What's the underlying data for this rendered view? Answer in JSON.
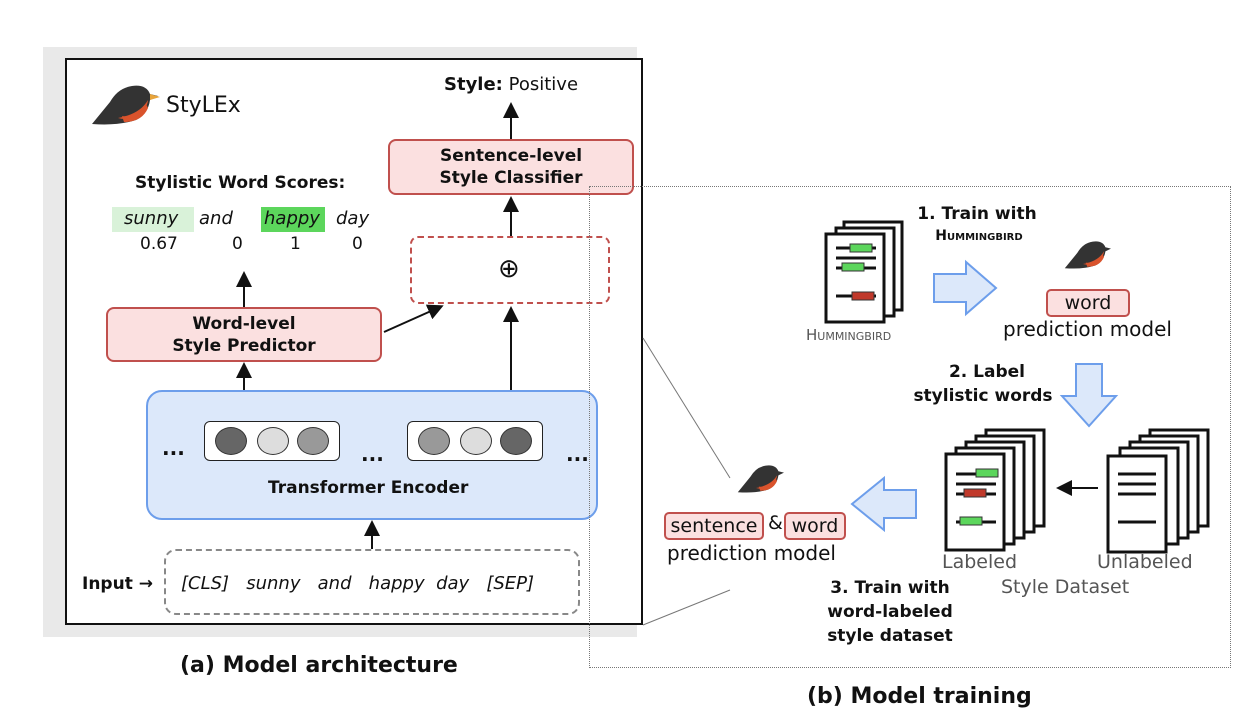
{
  "panel_a": {
    "brand": "StyLEx",
    "output_style_label": "Style:",
    "output_style_value": "Positive",
    "sentence_classifier": [
      "Sentence-level",
      "Style Classifier"
    ],
    "word_scores_title": "Stylistic Word Scores:",
    "words": [
      {
        "word": "sunny",
        "score": "0.67",
        "highlight": "#d9f2d9"
      },
      {
        "word": "and",
        "score": "0",
        "highlight": ""
      },
      {
        "word": "happy",
        "score": "1",
        "highlight": "#5cd65c"
      },
      {
        "word": "day",
        "score": "0",
        "highlight": ""
      }
    ],
    "plus_symbol": "⊕",
    "word_predictor": [
      "Word-level",
      "Style Predictor"
    ],
    "encoder_label": "Transformer Encoder",
    "ellipsis": "...",
    "input_label": "Input →",
    "input_tokens": "[CLS]   sunny   and   happy  day   [SEP]",
    "caption": "(a) Model architecture"
  },
  "panel_b": {
    "step1": [
      "1. Train with",
      "Hummingbird"
    ],
    "dataset_label": "Hummingbird",
    "word_tag": "word",
    "word_model_label": "prediction model",
    "step2": [
      "2. Label",
      "stylistic words"
    ],
    "labeled_label": "Labeled",
    "unlabeled_label": "Unlabeled",
    "style_dataset_label": "Style Dataset",
    "step3": [
      "3. Train with",
      "word-labeled",
      "style dataset"
    ],
    "sentence_tag": "sentence",
    "ampersand": "&",
    "word_tag2": "word",
    "final_model_label": "prediction model",
    "caption": "(b) Model training"
  },
  "colors": {
    "pink_fill": "#fbe0e0",
    "red_border": "#c0504d",
    "encoder_fill": "#dce8fa",
    "encoder_border": "#6d9eeb",
    "arrow_fill": "#dce8fa",
    "arrow_border": "#6d9eeb",
    "bird_body": "#333333",
    "bird_belly": "#d9532c"
  },
  "icons": [
    "bird-icon",
    "document-stack-icon",
    "block-arrow-icon"
  ]
}
